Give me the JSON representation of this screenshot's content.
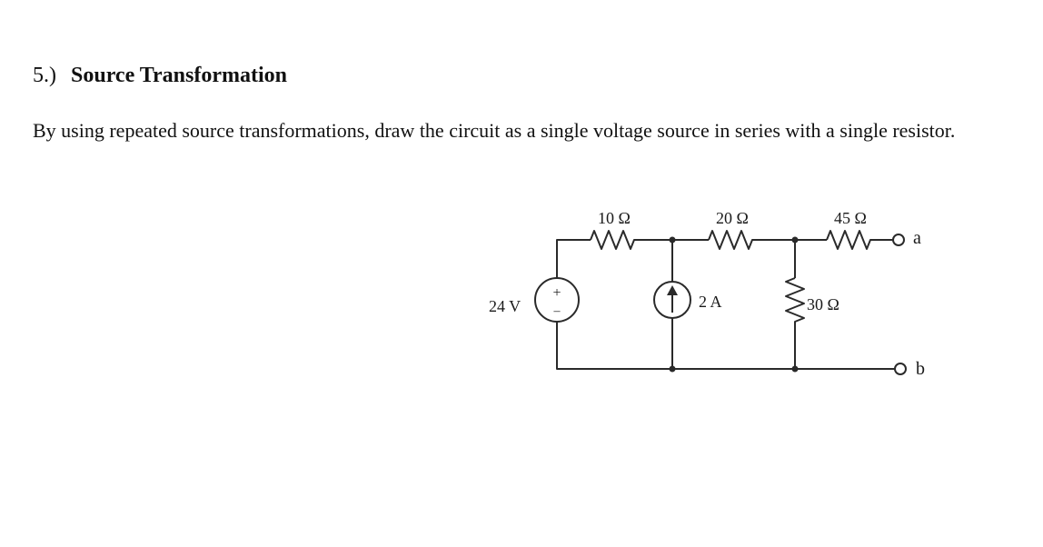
{
  "problem": {
    "number": "5.)",
    "title": "Source Transformation",
    "text": "By using repeated source transformations, draw the circuit as a single voltage source in series with a single resistor."
  },
  "circuit": {
    "voltage_source": {
      "label": "24 V",
      "plus": "+",
      "minus": "–"
    },
    "current_source": {
      "label": "2 A"
    },
    "resistors": {
      "r1": "10 Ω",
      "r2": "20 Ω",
      "r3": "45 Ω",
      "r4": "30 Ω"
    },
    "terminals": {
      "a": "a",
      "b": "b"
    }
  }
}
